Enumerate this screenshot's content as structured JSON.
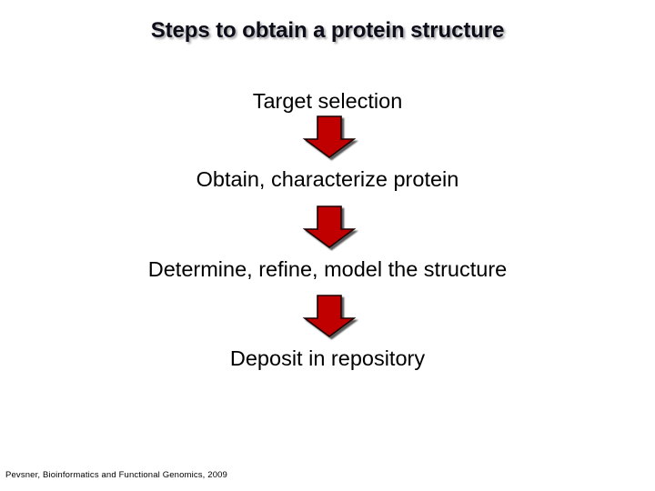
{
  "slide": {
    "title": "Steps to obtain a protein structure",
    "background_color": "#FFFFFF",
    "title_color": "#0D0D1A"
  },
  "flow": {
    "arrow_color": "#C00000",
    "arrow_outline_color": "#1A0000",
    "arrow_icon_name": "down-arrow-icon",
    "steps": [
      {
        "label": "Target selection"
      },
      {
        "label": "Obtain, characterize protein"
      },
      {
        "label": "Determine, refine, model the structure"
      },
      {
        "label": "Deposit in repository"
      }
    ],
    "connectors": [
      {
        "label": "arrow from Target selection to Obtain, characterize protein"
      },
      {
        "label": "arrow from Obtain, characterize protein to Determine, refine, model the structure"
      },
      {
        "label": "arrow from Determine, refine, model the structure to Deposit in repository"
      }
    ]
  },
  "footer": {
    "citation": "Pevsner, Bioinformatics and Functional Genomics, 2009"
  }
}
